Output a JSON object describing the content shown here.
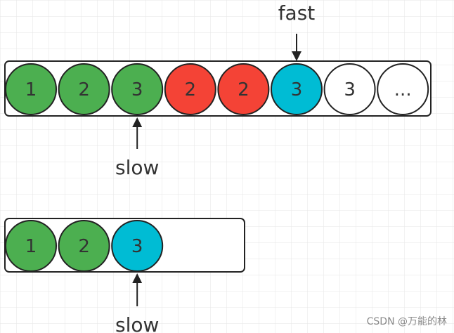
{
  "colors": {
    "green": "#4caf50",
    "red": "#f44336",
    "cyan": "#00bcd4",
    "white": "#ffffff",
    "stroke": "#222222",
    "grid": "#e6e6e6"
  },
  "arrays": [
    {
      "id": "top",
      "cells": [
        {
          "label": "1",
          "color": "green"
        },
        {
          "label": "2",
          "color": "green"
        },
        {
          "label": "3",
          "color": "green"
        },
        {
          "label": "2",
          "color": "red"
        },
        {
          "label": "2",
          "color": "red"
        },
        {
          "label": "3",
          "color": "cyan"
        },
        {
          "label": "3",
          "color": "white"
        },
        {
          "label": "...",
          "color": "white"
        }
      ]
    },
    {
      "id": "bottom",
      "cells": [
        {
          "label": "1",
          "color": "green"
        },
        {
          "label": "2",
          "color": "green"
        },
        {
          "label": "3",
          "color": "cyan"
        }
      ]
    }
  ],
  "pointers": [
    {
      "label": "fast",
      "array": 0,
      "index": 5,
      "side": "above"
    },
    {
      "label": "slow",
      "array": 0,
      "index": 2,
      "side": "below"
    },
    {
      "label": "slow",
      "array": 1,
      "index": 2,
      "side": "below"
    }
  ],
  "watermark": "CSDN @万能的林"
}
